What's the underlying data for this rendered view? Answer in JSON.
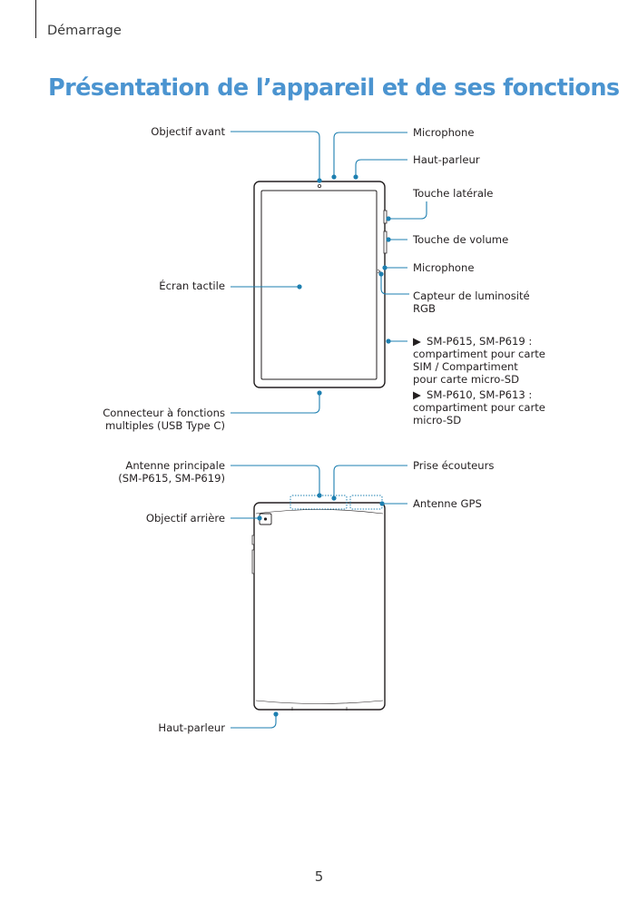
{
  "header": {
    "section": "Démarrage"
  },
  "title": "Présentation de l’appareil et de ses fonctions",
  "front_labels_left": {
    "front_camera": "Objectif avant",
    "touchscreen": "Écran tactile",
    "usb_line1": "Connecteur à fonctions",
    "usb_line2": "multiples (USB Type C)"
  },
  "front_labels_right": {
    "microphone_top": "Microphone",
    "speaker_top": "Haut-parleur",
    "side_key": "Touche latérale",
    "volume_key": "Touche de volume",
    "microphone_side": "Microphone",
    "light_sensor_line1": "Capteur de luminosité",
    "light_sensor_line2": "RGB",
    "tray1_line1": "SM-P615, SM-P619 :",
    "tray1_line2": "compartiment pour carte",
    "tray1_line3": "SIM / Compartiment",
    "tray1_line4": "pour carte micro-SD",
    "tray2_line1": "SM-P610, SM-P613 :",
    "tray2_line2": "compartiment pour carte",
    "tray2_line3": "micro-SD",
    "bullet": "▶"
  },
  "back_labels": {
    "main_antenna_line1": "Antenne principale",
    "main_antenna_line2": "(SM-P615, SM-P619)",
    "rear_camera": "Objectif arrière",
    "speaker_bottom": "Haut-parleur",
    "earphone_jack": "Prise écouteurs",
    "gps_antenna": "Antenne GPS"
  },
  "page_number": "5",
  "colors": {
    "accent": "#4b94d0",
    "callout": "#1d7fb0",
    "text": "#231f20"
  }
}
